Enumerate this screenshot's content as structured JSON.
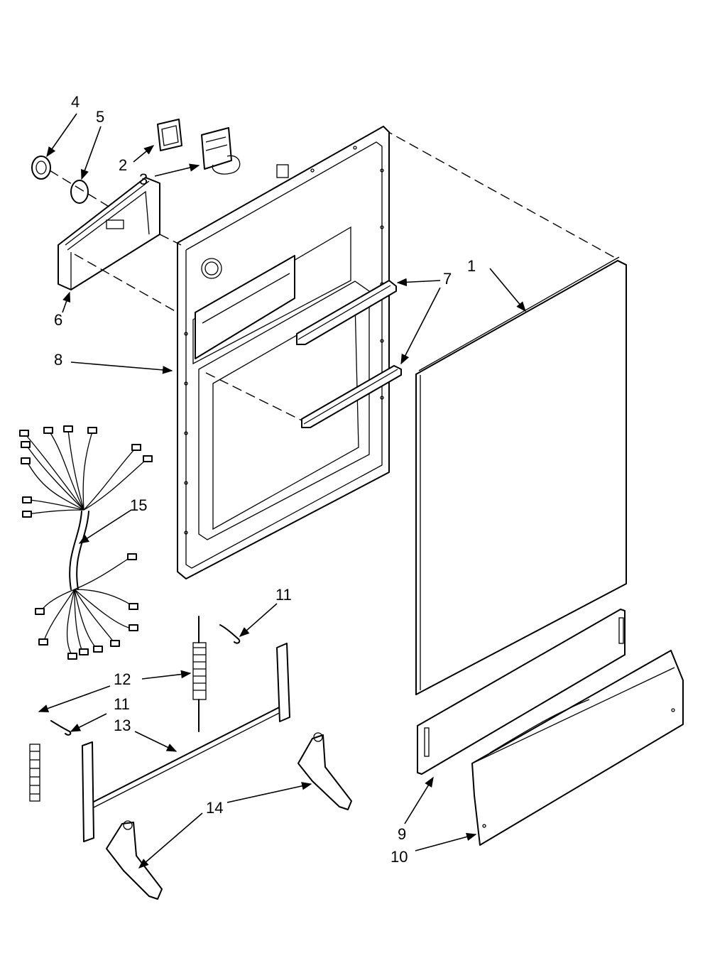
{
  "callouts": [
    {
      "id": "1",
      "label": "1"
    },
    {
      "id": "2",
      "label": "2"
    },
    {
      "id": "3",
      "label": "3"
    },
    {
      "id": "4",
      "label": "4"
    },
    {
      "id": "5",
      "label": "5"
    },
    {
      "id": "6",
      "label": "6"
    },
    {
      "id": "7",
      "label": "7"
    },
    {
      "id": "8",
      "label": "8"
    },
    {
      "id": "9",
      "label": "9"
    },
    {
      "id": "10",
      "label": "10"
    },
    {
      "id": "11a",
      "label": "11"
    },
    {
      "id": "11b",
      "label": "11"
    },
    {
      "id": "12",
      "label": "12"
    },
    {
      "id": "13",
      "label": "13"
    },
    {
      "id": "14",
      "label": "14"
    },
    {
      "id": "15",
      "label": "15"
    }
  ]
}
